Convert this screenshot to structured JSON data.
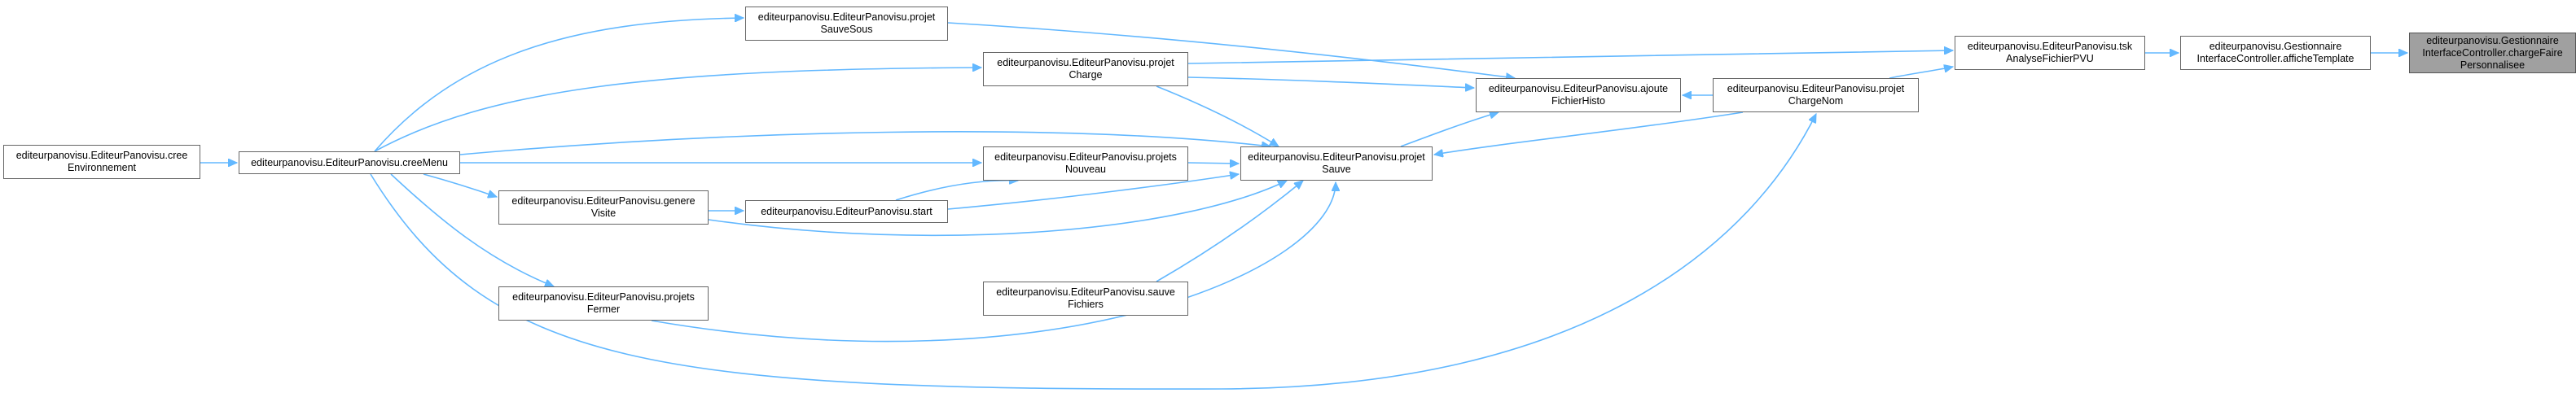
{
  "graph": {
    "edge_color": "#63b8ff",
    "root_fill": "#a0a0a0",
    "node_fill": "#ffffff",
    "nodes": {
      "chargeFaire": {
        "label": "editeurpanovisu.Gestionnaire\nInterfaceController.chargeFaire\nPersonnalisee",
        "root": true
      },
      "afficheTemplate": {
        "label": "editeurpanovisu.Gestionnaire\nInterfaceController.afficheTemplate"
      },
      "tskAnalyse": {
        "label": "editeurpanovisu.EditeurPanovisu.tsk\nAnalyseFichierPVU"
      },
      "projetChargeNom": {
        "label": "editeurpanovisu.EditeurPanovisu.projet\nChargeNom"
      },
      "ajouteFichierHisto": {
        "label": "editeurpanovisu.EditeurPanovisu.ajoute\nFichierHisto"
      },
      "projetSauve": {
        "label": "editeurpanovisu.EditeurPanovisu.projet\nSauve"
      },
      "projetSauveSous": {
        "label": "editeurpanovisu.EditeurPanovisu.projet\nSauveSous"
      },
      "projetCharge": {
        "label": "editeurpanovisu.EditeurPanovisu.projet\nCharge"
      },
      "projetsNouveau": {
        "label": "editeurpanovisu.EditeurPanovisu.projets\nNouveau"
      },
      "start": {
        "label": "editeurpanovisu.EditeurPanovisu.start"
      },
      "sauveFichiers": {
        "label": "editeurpanovisu.EditeurPanovisu.sauve\nFichiers"
      },
      "genereVisite": {
        "label": "editeurpanovisu.EditeurPanovisu.genere\nVisite"
      },
      "projetsFermer": {
        "label": "editeurpanovisu.EditeurPanovisu.projets\nFermer"
      },
      "creeMenu": {
        "label": "editeurpanovisu.EditeurPanovisu.creeMenu"
      },
      "creeEnvironnement": {
        "label": "editeurpanovisu.EditeurPanovisu.cree\nEnvironnement"
      }
    }
  }
}
